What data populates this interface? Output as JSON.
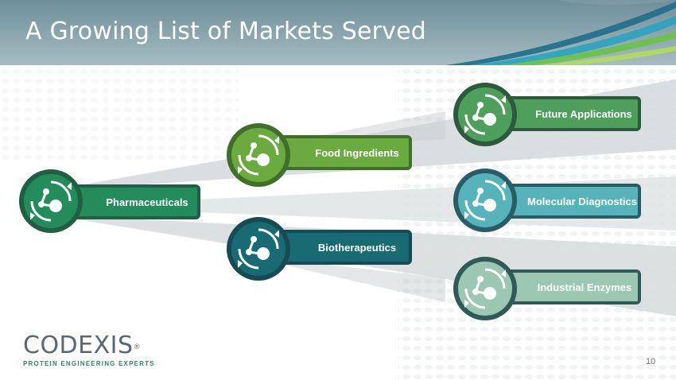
{
  "slide": {
    "title": "A Growing List of Markets Served",
    "page_number": "10"
  },
  "markets": [
    {
      "label": "Pharmaceuticals",
      "color": "#248c5a",
      "border": "#1f5f45"
    },
    {
      "label": "Food Ingredients",
      "color": "#6aaa3f",
      "border": "#3f6f2a"
    },
    {
      "label": "Biotherapeutics",
      "color": "#186b73",
      "border": "#174a52"
    },
    {
      "label": "Future Applications",
      "color": "#4e9f5c",
      "border": "#2c5a3c"
    },
    {
      "label": "Molecular Diagnostics",
      "color": "#56b3ba",
      "border": "#285d66"
    },
    {
      "label": "Industrial Enzymes",
      "color": "#9cc7b3",
      "border": "#2f5a55"
    }
  ],
  "icon_name": "molecule-cycle-icon",
  "logo": {
    "name": "CODEXIS",
    "registered_mark": "®",
    "tagline": "PROTEIN ENGINEERING EXPERTS"
  }
}
